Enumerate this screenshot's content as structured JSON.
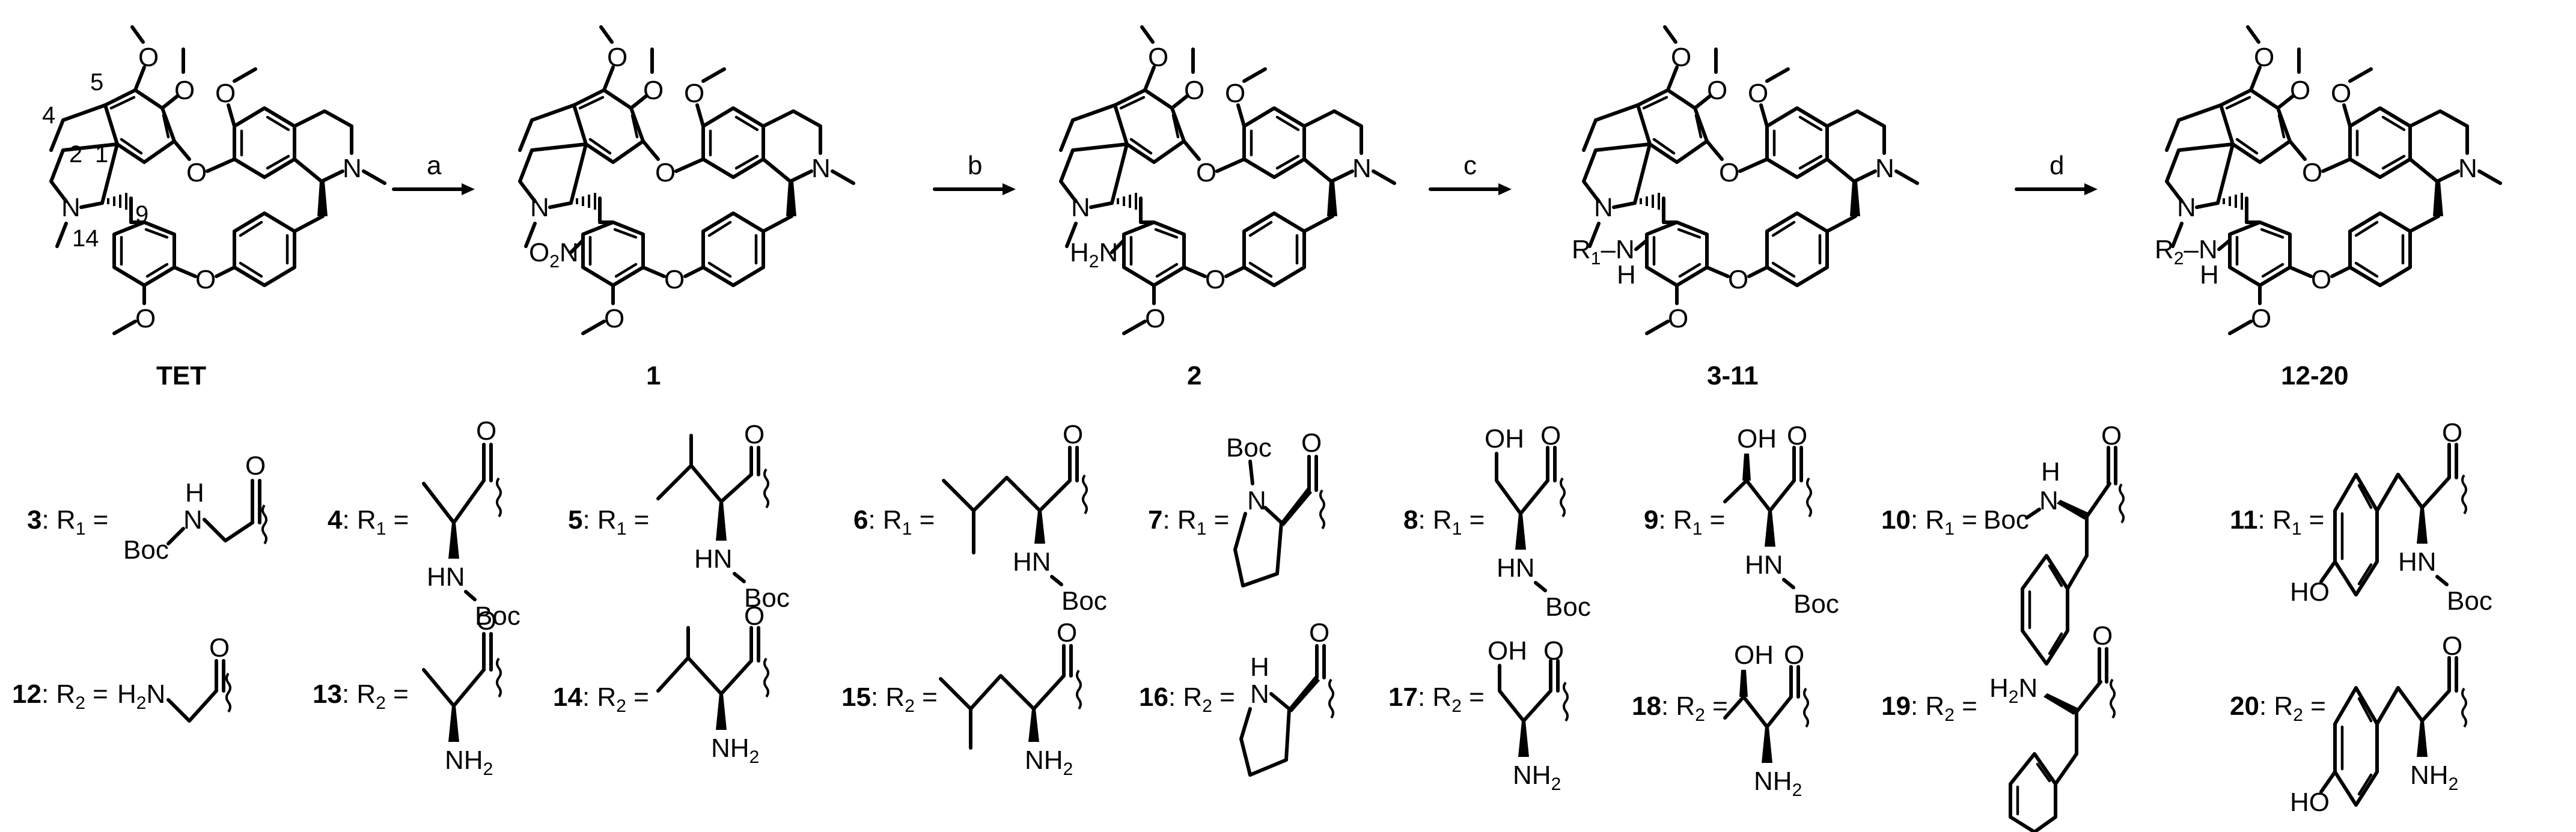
{
  "figure": {
    "type": "synthetic-scheme",
    "scaffold": {
      "labels": {
        "TET": "TET",
        "cpd1": "1",
        "cpd2": "2",
        "cpd3_11": "3-11",
        "cpd12_20": "12-20"
      },
      "atom_numbers": [
        "1",
        "2",
        "4",
        "5",
        "9",
        "14"
      ],
      "substituents": {
        "nitro": "O2N",
        "amine": "H2N",
        "r1_amide": "R1–N H",
        "r2_amide": "R2–N H"
      }
    },
    "steps": [
      {
        "label": "a",
        "from": "TET",
        "to": "1"
      },
      {
        "label": "b",
        "from": "1",
        "to": "2"
      },
      {
        "label": "c",
        "from": "2",
        "to": "3-11"
      },
      {
        "label": "d",
        "from": "3-11",
        "to": "12-20"
      }
    ],
    "r1_series": [
      {
        "id": "3",
        "label": "3: R1 =",
        "residue": "Boc-Gly"
      },
      {
        "id": "4",
        "label": "4: R1 =",
        "residue": "Boc-Ala"
      },
      {
        "id": "5",
        "label": "5: R1 =",
        "residue": "Boc-Val"
      },
      {
        "id": "6",
        "label": "6: R1 =",
        "residue": "Boc-Leu"
      },
      {
        "id": "7",
        "label": "7: R1 =",
        "residue": "Boc-Pro"
      },
      {
        "id": "8",
        "label": "8: R1 =",
        "residue": "Boc-Ser"
      },
      {
        "id": "9",
        "label": "9: R1 =",
        "residue": "Boc-Thr"
      },
      {
        "id": "10",
        "label": "10: R1 =",
        "residue": "Boc-Phe"
      },
      {
        "id": "11",
        "label": "11: R1 =",
        "residue": "Boc-Tyr"
      }
    ],
    "r2_series": [
      {
        "id": "12",
        "label": "12: R2 =",
        "residue": "Gly"
      },
      {
        "id": "13",
        "label": "13: R2 =",
        "residue": "Ala"
      },
      {
        "id": "14",
        "label": "14: R2 =",
        "residue": "Val"
      },
      {
        "id": "15",
        "label": "15: R2 =",
        "residue": "Leu"
      },
      {
        "id": "16",
        "label": "16: R2 =",
        "residue": "Pro"
      },
      {
        "id": "17",
        "label": "17: R2 =",
        "residue": "Ser"
      },
      {
        "id": "18",
        "label": "18: R2 =",
        "residue": "Thr"
      },
      {
        "id": "19",
        "label": "19: R2 =",
        "residue": "Phe"
      },
      {
        "id": "20",
        "label": "20: R2 =",
        "residue": "Tyr"
      }
    ],
    "text_atoms": {
      "O": "O",
      "N": "N",
      "H": "H",
      "OH": "OH",
      "HO": "HO",
      "Boc": "Boc",
      "HN": "HN",
      "NH2": "NH2",
      "H2N": "H2N"
    }
  }
}
